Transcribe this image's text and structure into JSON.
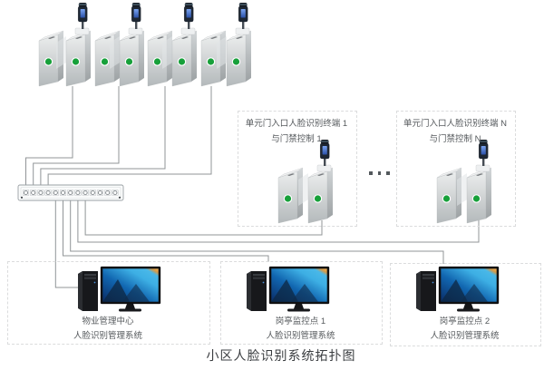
{
  "topology": {
    "title": "小区人脸识别系统拓扑图",
    "entrance_row": {
      "gate_count": 4,
      "icon": "turnstile-gate-with-face-terminal"
    },
    "switch": {
      "icon": "network-switch",
      "port_count": 13
    },
    "unit_boxes": [
      {
        "line1": "单元门入口人脸识别终端 1",
        "line2": "与门禁控制 1"
      },
      {
        "line1": "单元门入口人脸识别终端 N",
        "line2": "与门禁控制 N"
      }
    ],
    "ellipsis_between_boxes": "···",
    "workstations": [
      {
        "line1": "物业管理中心",
        "line2": "人脸识别管理系统"
      },
      {
        "line1": "岗亭监控点 1",
        "line2": "人脸识别管理系统"
      },
      {
        "line1": "岗亭监控点 2",
        "line2": "人脸识别管理系统"
      }
    ],
    "colors": {
      "background": "#ffffff",
      "connector_line": "#909497",
      "dashed_border": "#dbdcdd",
      "gate_button_green": "#17a03a",
      "terminal_screen_blue": "#4a7fe0",
      "label_text": "#55595c",
      "title_text": "#3a3d40"
    }
  }
}
